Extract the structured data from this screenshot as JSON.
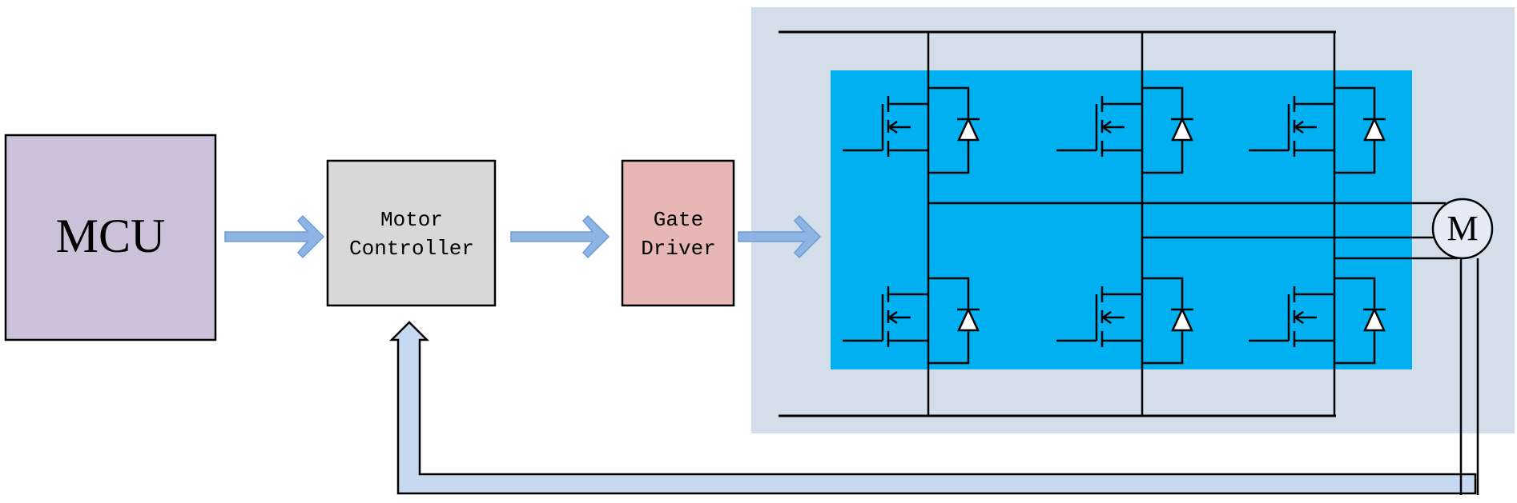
{
  "diagram": {
    "type": "motor-drive-block-diagram",
    "blocks": {
      "mcu": {
        "label": "MCU",
        "fill": "#cbc2d9"
      },
      "motor_controller": {
        "label_line1": "Motor",
        "label_line2": "Controller",
        "fill": "#d8d8d8"
      },
      "gate_driver": {
        "label_line1": "Gate",
        "label_line2": "Driver",
        "fill": "#e6b7b4"
      },
      "inverter": {
        "outer_fill": "#d4deea",
        "inner_fill": "#00b0f0",
        "switch_count": 6,
        "phase_legs": 3
      },
      "motor": {
        "label": "M",
        "fill": "#e4ebf6"
      }
    },
    "arrows": {
      "color": "#8eb4e3",
      "stroke": "#6f9bd8",
      "feedback_fill": "#c6d9f1"
    },
    "connections": [
      {
        "from": "MCU",
        "to": "Motor Controller"
      },
      {
        "from": "Motor Controller",
        "to": "Gate Driver"
      },
      {
        "from": "Gate Driver",
        "to": "Inverter"
      },
      {
        "from": "Inverter",
        "to": "Motor",
        "phases": 3
      },
      {
        "from": "Motor",
        "to": "Motor Controller",
        "kind": "feedback"
      }
    ]
  }
}
